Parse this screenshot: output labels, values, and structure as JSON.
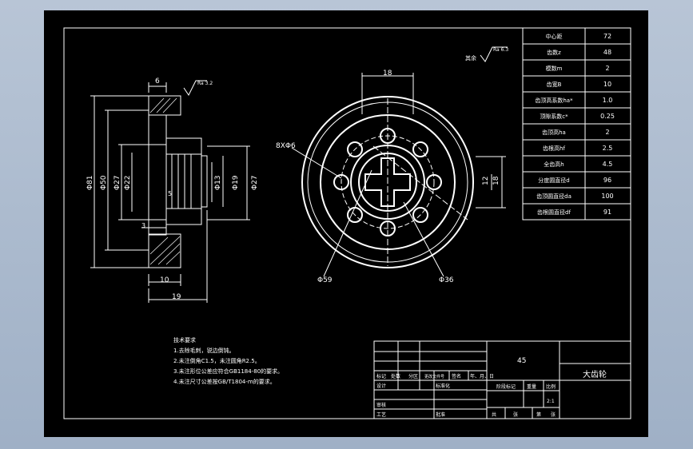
{
  "param_table": [
    {
      "label": "中心距",
      "value": "72"
    },
    {
      "label": "齿数z",
      "value": "48"
    },
    {
      "label": "模数m",
      "value": "2"
    },
    {
      "label": "齿宽B",
      "value": "10"
    },
    {
      "label": "齿顶高系数ha*",
      "value": "1.0"
    },
    {
      "label": "顶隙系数c*",
      "value": "0.25"
    },
    {
      "label": "齿顶高ha",
      "value": "2"
    },
    {
      "label": "齿根高hf",
      "value": "2.5"
    },
    {
      "label": "全齿高h",
      "value": "4.5"
    },
    {
      "label": "分度圆直径d",
      "value": "96"
    },
    {
      "label": "齿顶圆直径da",
      "value": "100"
    },
    {
      "label": "齿根圆直径df",
      "value": "91"
    }
  ],
  "roughness": {
    "overall_label": "其余",
    "overall_value": "Ra 6.3",
    "side_value": "Ra 3.2"
  },
  "side_view_dims": {
    "top": "6",
    "d1": "Φ81",
    "d2": "Φ50",
    "d3": "Φ27",
    "d4": "Φ22",
    "d5": "Φ13",
    "d6": "Φ19",
    "d7": "Φ27",
    "small1": "5",
    "small2": "3",
    "bottom1": "10",
    "bottom2": "19"
  },
  "front_view_dims": {
    "top": "18",
    "holes": "8XΦ6",
    "right1": "12",
    "right2": "18",
    "left_bottom": "Φ59",
    "right_bottom": "Φ36"
  },
  "tech_req": {
    "title": "技术要求",
    "items": [
      "1.去除毛刺，锐边倒钝。",
      "2.未注倒角C1.5，未注圆角R2.5。",
      "3.未注形位公差应符合GB1184-80的要求。",
      "4.未注尺寸公差按GB/T1804-m的要求。"
    ]
  },
  "title_block": {
    "material": "45",
    "part_name": "大齿轮",
    "row_labels": [
      "标记",
      "处数",
      "分区",
      "更改文件号",
      "签名",
      "年、月、日"
    ],
    "design": "设计",
    "std": "标准化",
    "stage": "阶段标记",
    "weight": "重量",
    "scale": "比例",
    "scale_value": "2:1",
    "review": "审核",
    "process": "工艺",
    "approve": "批准",
    "sheets_total": "共",
    "sheets_label": "张",
    "sheet_no": "第",
    "sheet_label": "张"
  }
}
